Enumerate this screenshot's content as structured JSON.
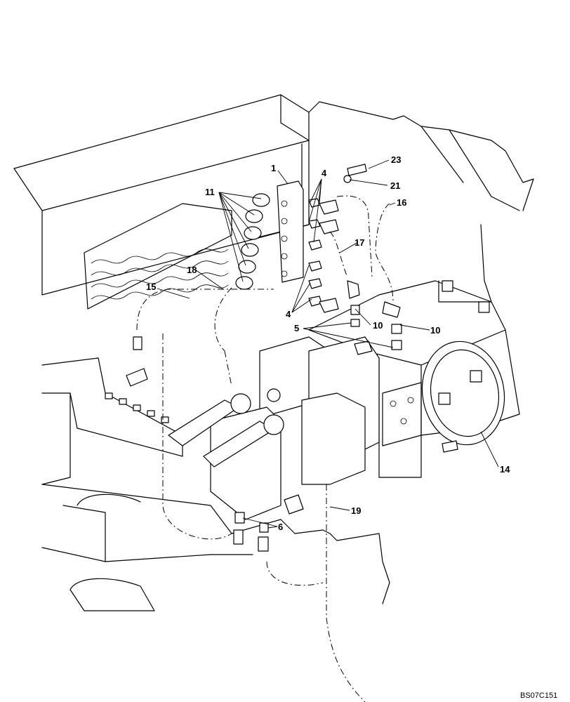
{
  "drawing_code": "BS07C151",
  "callouts": {
    "c1": "1",
    "c4a": "4",
    "c4b": "4",
    "c5": "5",
    "c6": "6",
    "c10a": "10",
    "c10b": "10",
    "c11": "11",
    "c14": "14",
    "c15": "15",
    "c16": "16",
    "c17": "17",
    "c18": "18",
    "c19": "19",
    "c21": "21",
    "c23": "23"
  }
}
